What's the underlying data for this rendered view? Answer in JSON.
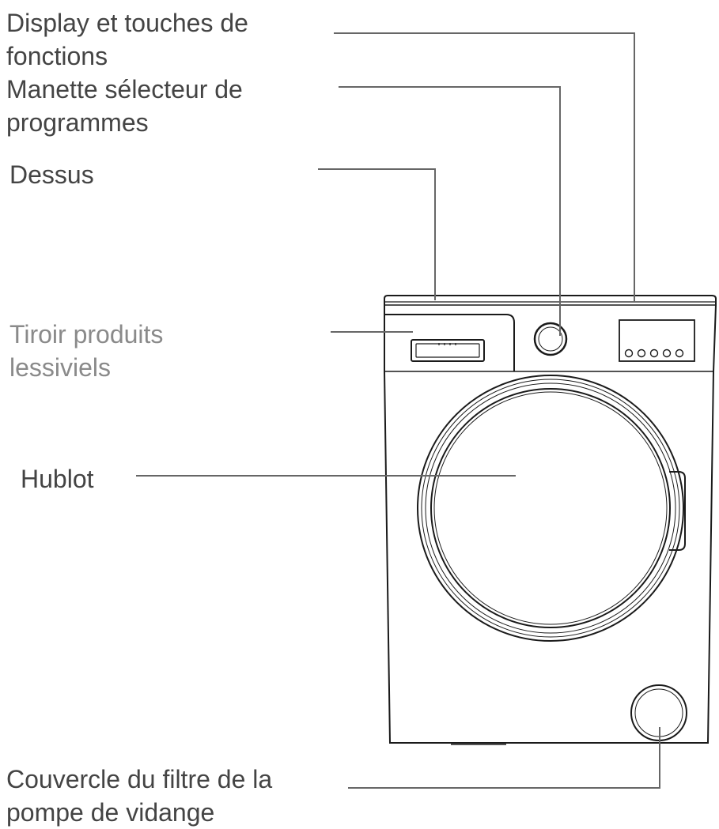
{
  "labels": {
    "display": {
      "line1": "Display et touches de",
      "line2": "fonctions"
    },
    "selector": {
      "line1": "Manette sélecteur de",
      "line2": "programmes"
    },
    "top": {
      "line1": "Dessus"
    },
    "drawer": {
      "line1": "Tiroir produits",
      "line2": "lessiviels"
    },
    "door": {
      "line1": "Hublot"
    },
    "filter": {
      "line1": "Couvercle du filtre de la",
      "line2": "pompe de vidange"
    }
  },
  "colors": {
    "text": "#444444",
    "muted_text": "#8a8a8a",
    "leader_line": "#666666",
    "outline": "#1a1a1a"
  }
}
